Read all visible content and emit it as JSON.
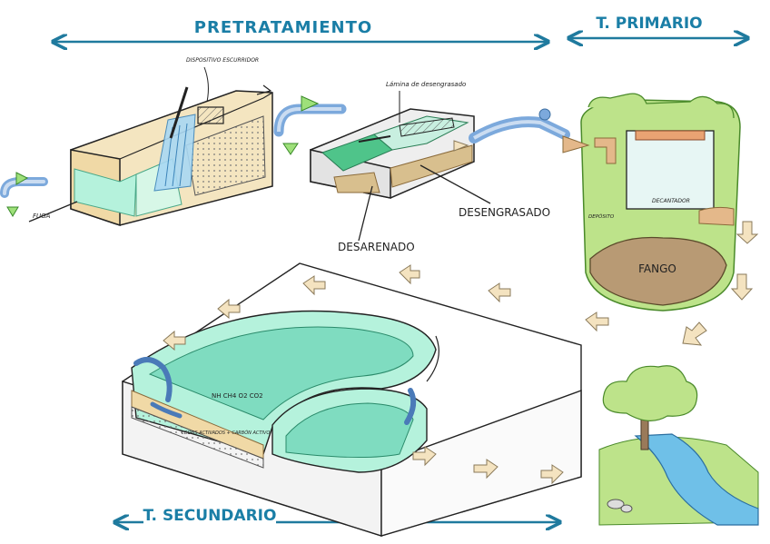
{
  "titles": {
    "pretratamiento": "PRETRATAMIENTO",
    "primario": "T. PRIMARIO",
    "secundario": "T. SECUNDARIO"
  },
  "labels": {
    "fuga": "FUGA",
    "dispositivo_escurridor": "DISPOSITIVO ESCURRIDOR",
    "lamina_desengrasado": "Lámina de desengrasado",
    "desarenado": "DESARENADO",
    "desengrasado": "DESENGRASADO",
    "decantador": "DECANTADOR",
    "deposito": "DEPÓSITO",
    "fango": "FANGO",
    "gases": "NH  CH4  O2  CO2",
    "lodos_activados": "LODOS ACTIVADOS + CARBÓN ACTIVO"
  },
  "colors": {
    "accent_arrow": "#1f7a9e",
    "title_text": "#1a7ea6",
    "water": "#b5f2dc",
    "water_dark": "#7fdcc0",
    "wood": "#f0d9a6",
    "mud": "#b89a74",
    "blue_pipe": "#7ca9dc",
    "green_tank": "#bde38a",
    "flow_arrow": "#f4e3c0"
  }
}
